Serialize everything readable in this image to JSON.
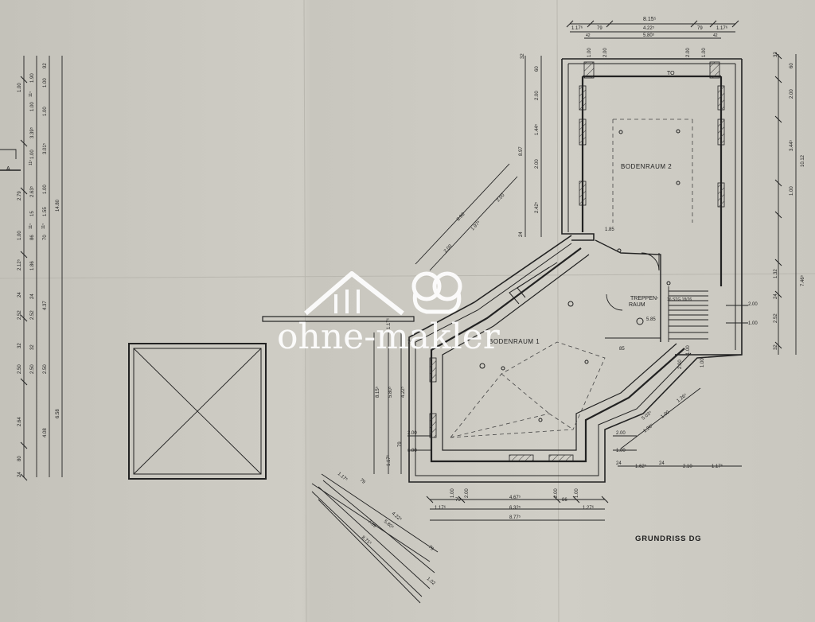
{
  "title": "GRUNDRISS DG",
  "rooms": {
    "room2": "BODENRAUM 2",
    "room1": "BODENRAUM 1",
    "stair_line1": "TREPPEN-",
    "stair_line2": "RAUM"
  },
  "section_mark": "A",
  "watermark": "ohne-makler",
  "stair_note": "16 STG 18/26",
  "misc": {
    "to": "TO",
    "m585": "5.85",
    "m185": "1.85",
    "m85": "85",
    "b100": "1.00",
    "r200a": "2.00",
    "r100a": "1.00"
  },
  "top_dims": {
    "total": "8.15⁵",
    "row1": [
      "1.17⁶",
      "79",
      "4.22⁵",
      "79",
      "1.17⁶"
    ],
    "inner": "5.80⁵",
    "small": [
      "42",
      "42"
    ],
    "vert": [
      "1.00",
      "2.00",
      "2.00",
      "1.00"
    ]
  },
  "bottom_dims": {
    "row1": [
      "1.00",
      "2.00",
      "2.00",
      "1.00"
    ],
    "row2": [
      "79",
      "4.67⁵",
      "86"
    ],
    "row3": [
      "1.17⁶",
      "6.32⁵",
      "1.27⁶"
    ],
    "total": "8.77⁵"
  },
  "bottom_right_dims": [
    "24",
    "1.62⁵",
    "24",
    "2.10",
    "1.17⁶"
  ],
  "right_dims": [
    "32",
    "60",
    "2.00",
    "3.44⁵",
    "1.00",
    "1.32",
    "24",
    "2.52",
    "32"
  ],
  "right_totals": [
    "10.12",
    "7.46⁵"
  ],
  "right_side_small": [
    "2.00",
    "1.00"
  ],
  "left_side_small": [
    "2.00",
    "1.00"
  ],
  "center_left_vert": [
    "8.15⁵",
    "5.80⁵",
    "4.22⁵",
    "79",
    "1.17⁶"
  ],
  "center_top_small": [
    "1.17⁶",
    "79"
  ],
  "mid_vert": [
    "32",
    "60",
    "2.00",
    "1.44⁵",
    "2.00",
    "2.42⁵",
    "24"
  ],
  "mid_total": "8.97",
  "diag_upper": [
    "8.98",
    "2.00",
    "1.97⁵",
    "2.00"
  ],
  "diag_right": [
    "5.03⁵",
    "1.26⁵",
    "1.00",
    "1.26⁵"
  ],
  "diag_bottom_left": [
    "1.17⁶",
    "79",
    "4.22⁵",
    "79",
    "5.80⁵",
    "7.09",
    "8.71⁵",
    "1.02"
  ],
  "left_col1": [
    "1.00",
    "2.79",
    "1.00",
    "2.12⁵",
    "24",
    "2.52",
    "32",
    "2.50",
    "2.64",
    "80",
    "24"
  ],
  "left_col2": [
    "1.90",
    "1.00",
    "3.39⁵",
    "1.00",
    "2.63⁵",
    "15",
    "86",
    "1.86",
    "24",
    "2.52",
    "32",
    "2.50",
    "4.08"
  ],
  "left_col3": [
    "92",
    "1.00",
    "1.00",
    "3.01⁵",
    "1.00",
    "1.55",
    "70",
    "4.37",
    "2.50"
  ],
  "left_totals": [
    "14.80",
    "6.58"
  ],
  "left_small": [
    "11⁵",
    "11⁵",
    "11⁵",
    "11⁵"
  ]
}
